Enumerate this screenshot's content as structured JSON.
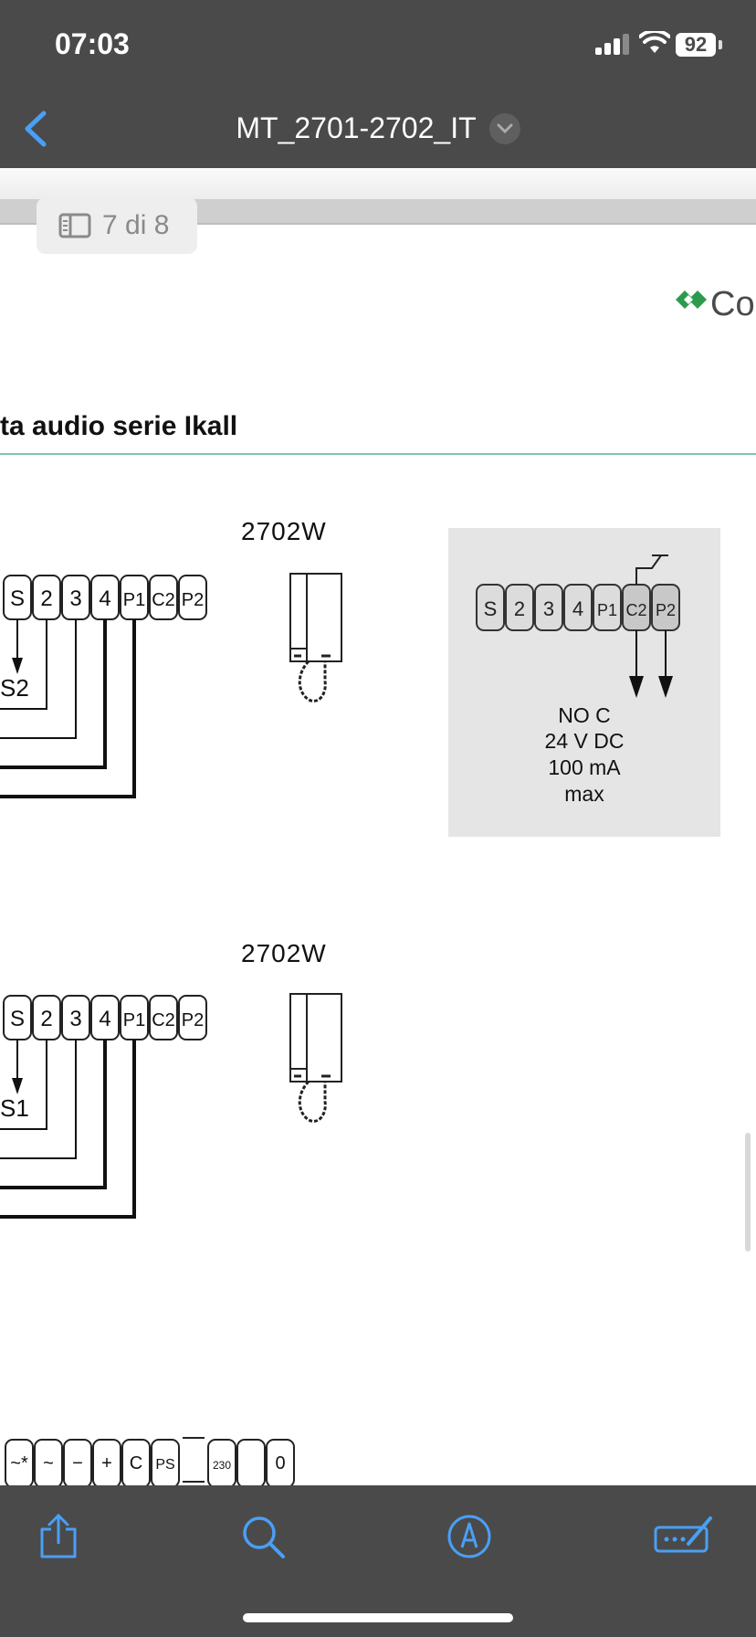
{
  "status": {
    "time": "07:03",
    "battery": "92"
  },
  "nav": {
    "title": "MT_2701-2702_IT"
  },
  "viewer": {
    "page_indicator": "7 di 8"
  },
  "document": {
    "logo_fragment": "Co",
    "section_title": "ta audio serie Ikall",
    "diagram_1": {
      "model": "2702W",
      "terminals": [
        "S",
        "2",
        "3",
        "4",
        "P1",
        "C2",
        "P2"
      ],
      "call_label": "S2"
    },
    "diagram_2": {
      "model": "2702W",
      "terminals": [
        "S",
        "2",
        "3",
        "4",
        "P1",
        "C2",
        "P2"
      ],
      "call_label": "S1"
    },
    "note": {
      "terminals": [
        "S",
        "2",
        "3",
        "4",
        "P1",
        "C2",
        "P2"
      ],
      "line1": "NO C",
      "line2": "24 V DC",
      "line3": "100 mA",
      "line4": "max"
    },
    "bottom_strip_terminals": [
      "~*",
      "~",
      "−",
      "+",
      "C",
      "PS",
      "230",
      "",
      "0"
    ]
  },
  "toolbar": {
    "icons": [
      "share-icon",
      "search-icon",
      "markup-icon",
      "edit-form-icon"
    ],
    "accent": "#4a9ff5"
  }
}
